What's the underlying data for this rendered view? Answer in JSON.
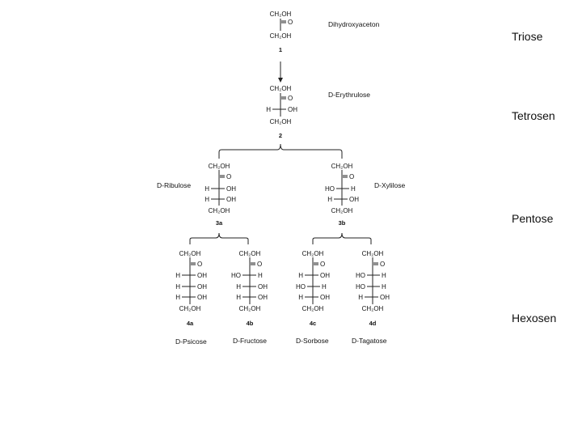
{
  "categories": {
    "triose": "Triose",
    "tetrose": "Tetrosen",
    "pentose": "Pentose",
    "hexose": "Hexosen"
  },
  "sugars": {
    "s1": {
      "name": "Dihydroxyaceton",
      "number": "1"
    },
    "s2": {
      "name": "D-Erythrulose",
      "number": "2"
    },
    "s3a": {
      "name": "D-Ribulose",
      "number": "3a"
    },
    "s3b": {
      "name": "D-Xylilose",
      "number": "3b"
    },
    "s4a": {
      "name": "D-Psicose",
      "number": "4a"
    },
    "s4b": {
      "name": "D-Fructose",
      "number": "4b"
    },
    "s4c": {
      "name": "D-Sorbose",
      "number": "4c"
    },
    "s4d": {
      "name": "D-Tagatose",
      "number": "4d"
    }
  },
  "atoms": {
    "ch2oh": "CH₂OH",
    "ketone_o": "O",
    "h": "H",
    "oh": "OH",
    "ho": "HO"
  }
}
